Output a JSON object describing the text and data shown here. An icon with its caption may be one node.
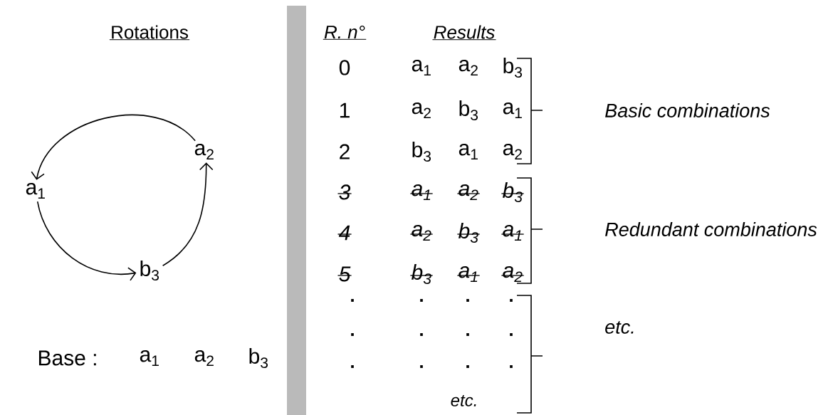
{
  "diagram": {
    "nodes": [
      {
        "text": [
          "a$_{1}$"
        ]
      },
      {
        "text": [
          "a$_{2}$"
        ]
      },
      {
        "text": [
          "b$_{3}$"
        ]
      },
      {
        "text": [],
        "shape": "bar"
      }
    ],
    "edges": [
      {
        "from": 1,
        "to": 0,
        "arrow": "to"
      },
      {
        "from": 0,
        "to": 2,
        "arrow": "to"
      },
      {
        "from": 2,
        "to": 1,
        "arrow": "to"
      }
    ],
    "labels": [
      "Rotations",
      "R. n°",
      "Results",
      "0",
      "a$_{1}$",
      "a$_{2}$",
      "b$_{3}$",
      "1",
      "a$_{2}$",
      "b$_{3}$",
      "a$_{1}$",
      "2",
      "b$_{3}$",
      "a$_{1}$",
      "a$_{2}$",
      "3",
      "a$_{1}$",
      "a$_{2}$",
      "b$_{3}$",
      "4",
      "a$_{2}$",
      "b$_{3}$",
      "a$_{1}$",
      "5",
      "b$_{3}$",
      "a$_{1}$",
      "a$_{2}$",
      "Basic combinations",
      "Redundant combinations",
      ".",
      ".",
      ".",
      ".",
      ".",
      ".",
      ".",
      ".",
      ".",
      ".",
      ".",
      ".",
      "etc.",
      "etc.",
      "Base :",
      "a$_{1}$",
      "a$_{2}$",
      "b$_{3}$"
    ]
  }
}
